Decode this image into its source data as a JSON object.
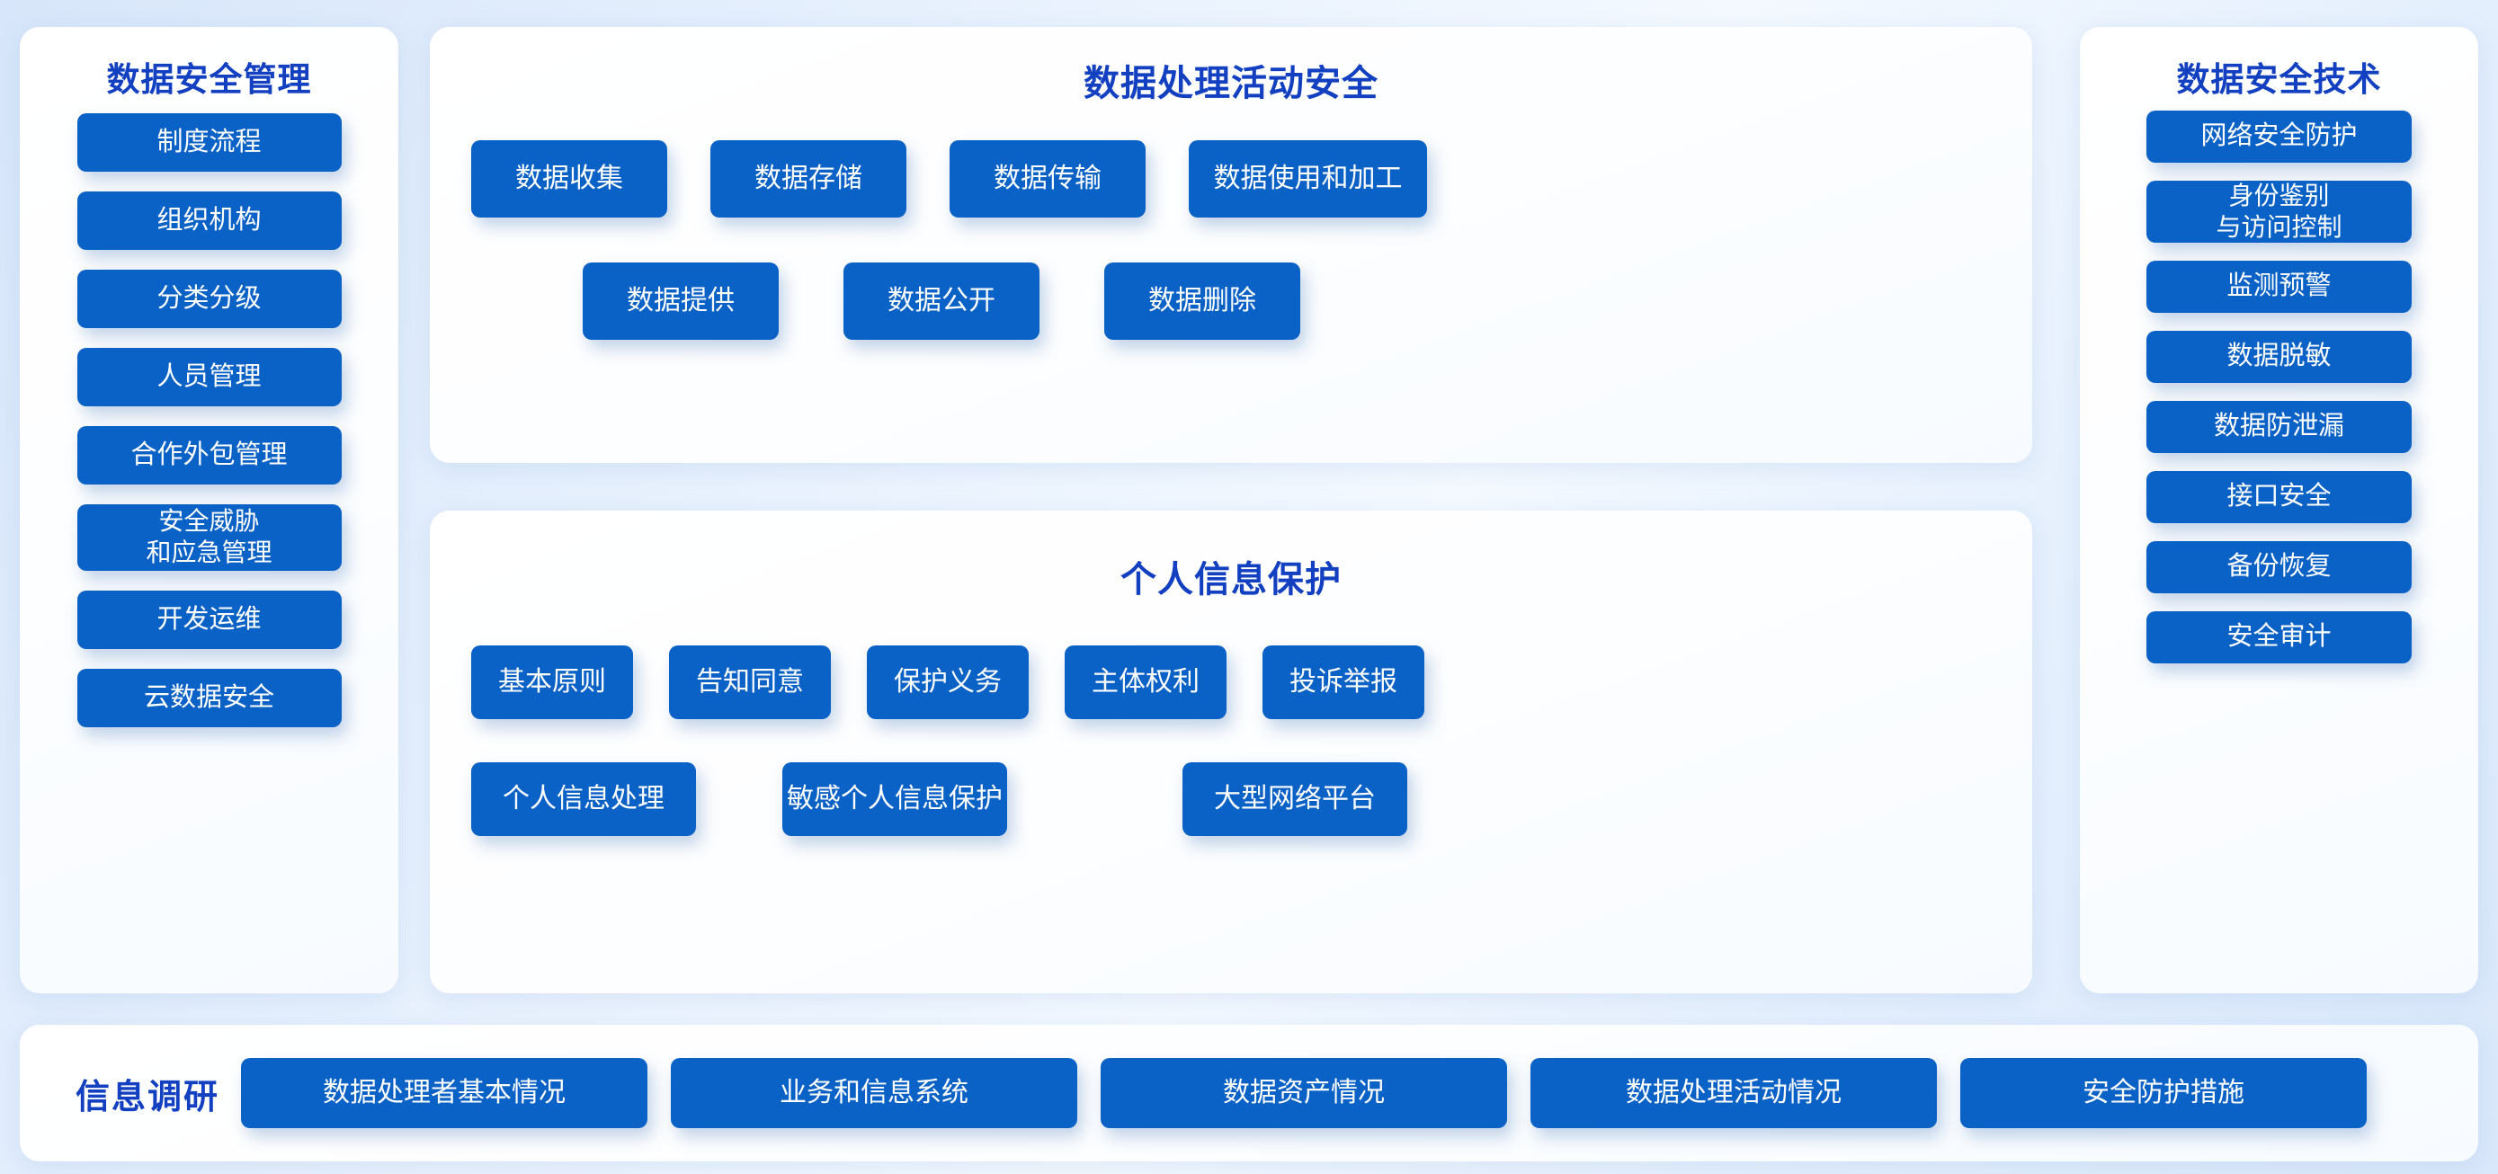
{
  "accent": {
    "chip_blue": "#0b62c6",
    "title_blue": "#1240c0",
    "panel_white": "#ffffff",
    "page_background": "#dce9fa"
  },
  "left_panel": {
    "title": "数据安全管理",
    "items": [
      {
        "label": "制度流程",
        "multiline": false
      },
      {
        "label": "组织机构",
        "multiline": false
      },
      {
        "label": "分类分级",
        "multiline": false
      },
      {
        "label": "人员管理",
        "multiline": false
      },
      {
        "label": "合作外包管理",
        "multiline": false
      },
      {
        "label": "安全威胁\n和应急管理",
        "multiline": true
      },
      {
        "label": "开发运维",
        "multiline": false
      },
      {
        "label": "云数据安全",
        "multiline": false
      }
    ]
  },
  "center_top_panel": {
    "title": "数据处理活动安全",
    "row1": [
      {
        "label": "数据收集"
      },
      {
        "label": "数据存储"
      },
      {
        "label": "数据传输"
      },
      {
        "label": "数据使用和加工"
      }
    ],
    "row2": [
      {
        "label": "数据提供"
      },
      {
        "label": "数据公开"
      },
      {
        "label": "数据删除"
      }
    ]
  },
  "center_bottom_panel": {
    "title": "个人信息保护",
    "row1": [
      {
        "label": "基本原则"
      },
      {
        "label": "告知同意"
      },
      {
        "label": "保护义务"
      },
      {
        "label": "主体权利"
      },
      {
        "label": "投诉举报"
      }
    ],
    "row2": [
      {
        "label": "个人信息处理"
      },
      {
        "label": "敏感个人信息保护"
      },
      {
        "label": "大型网络平台"
      }
    ]
  },
  "right_panel": {
    "title": "数据安全技术",
    "items": [
      {
        "label": "网络安全防护",
        "multiline": false
      },
      {
        "label": "身份鉴别\n与访问控制",
        "multiline": true
      },
      {
        "label": "监测预警",
        "multiline": false
      },
      {
        "label": "数据脱敏",
        "multiline": false
      },
      {
        "label": "数据防泄漏",
        "multiline": false
      },
      {
        "label": "接口安全",
        "multiline": false
      },
      {
        "label": "备份恢复",
        "multiline": false
      },
      {
        "label": "安全审计",
        "multiline": false
      }
    ]
  },
  "bottom_bar": {
    "title": "信息调研",
    "items": [
      {
        "label": "数据处理者基本情况"
      },
      {
        "label": "业务和信息系统"
      },
      {
        "label": "数据资产情况"
      },
      {
        "label": "数据处理活动情况"
      },
      {
        "label": "安全防护措施"
      }
    ]
  }
}
